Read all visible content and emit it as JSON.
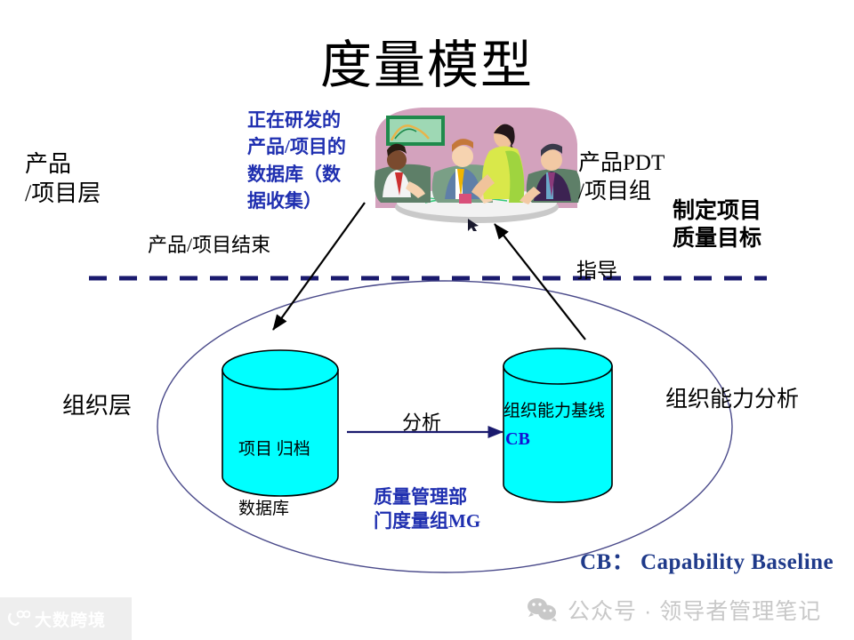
{
  "title": "度量模型",
  "labels": {
    "product_layer": "产品\n/项目层",
    "product_project_end": "产品/项目结束",
    "database_collection": "正在研发的\n产品/项目的\n数据库（数\n据收集）",
    "product_pdt_group": "产品PDT\n/项目组",
    "set_quality_goal": "制定项目\n质量目标",
    "guide": "指导",
    "org_layer": "组织层",
    "org_capability_analysis": "组织能力分析",
    "analyze": "分析",
    "qa_department": "质量管理部\n门度量组MG",
    "cb_legend": "CB： Capability Baseline"
  },
  "cylinders": {
    "left": {
      "name": "项目归档数据库",
      "line1": "项目  归档",
      "line2": "数据库",
      "fill": "#00FFFF"
    },
    "right": {
      "name": "组织能力基线",
      "line1": "组织能力基线",
      "cb": "CB",
      "fill": "#00FFFF"
    }
  },
  "colors": {
    "accent_blue": "#1f2fb0",
    "dashed_line": "#1a1a6e",
    "ellipse_outline": "#4a4a8a",
    "cylinder_fill": "#00FFFF",
    "legend_navy": "#1f3a8a",
    "clipart_background": "#d9a8c0",
    "title_black": "#000000"
  },
  "footer": {
    "watermark_left": "大数跨境",
    "watermark_left_icon": "logo-icon",
    "watermark_right": "公众号 · 领导者管理笔记",
    "watermark_right_icon": "wechat-icon"
  },
  "connectors": [
    {
      "name": "product-end-arrow",
      "label": "产品/项目结束",
      "direction": "down-left",
      "color": "#000000"
    },
    {
      "name": "guide-arrow",
      "label": "指导",
      "direction": "up-left",
      "color": "#000000"
    },
    {
      "name": "analyze-arrow",
      "label": "分析",
      "direction": "right",
      "color": "#1a1a6e"
    }
  ]
}
